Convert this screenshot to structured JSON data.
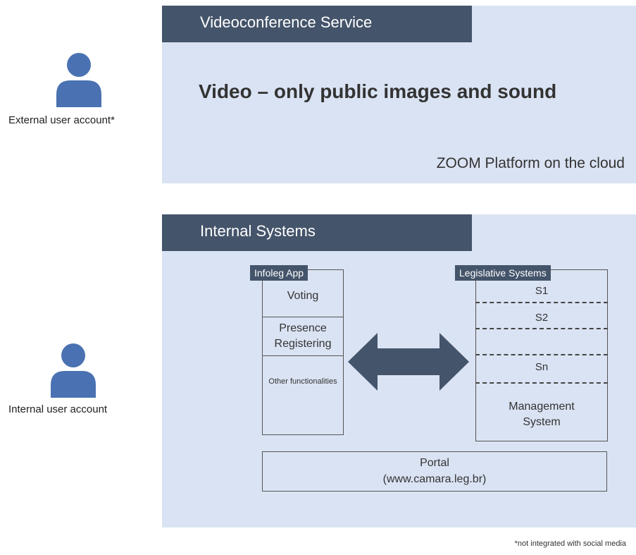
{
  "external_user": {
    "label": "External user account*",
    "icon": "user-icon"
  },
  "internal_user": {
    "label": "Internal user account",
    "icon": "user-icon"
  },
  "videoconference": {
    "header": "Videoconference Service",
    "main_text": "Video – only public images and sound",
    "platform": "ZOOM Platform on the cloud"
  },
  "internal_systems": {
    "header": "Internal Systems",
    "infoleg": {
      "title": "Infoleg App",
      "items": [
        "Voting",
        "Presence Registering",
        "Other functionalities"
      ]
    },
    "legislative": {
      "title": "Legislative Systems",
      "items": [
        "S1",
        "S2",
        "Sn"
      ],
      "management": "Management System"
    },
    "arrow_icon": "double-arrow-icon",
    "portal": {
      "title": "Portal",
      "url": "(www.camara.leg.br)"
    }
  },
  "footnote": "*not integrated  with social media",
  "colors": {
    "header": "#44546a",
    "panel": "#dae3f3",
    "icon": "#4a72b2"
  }
}
